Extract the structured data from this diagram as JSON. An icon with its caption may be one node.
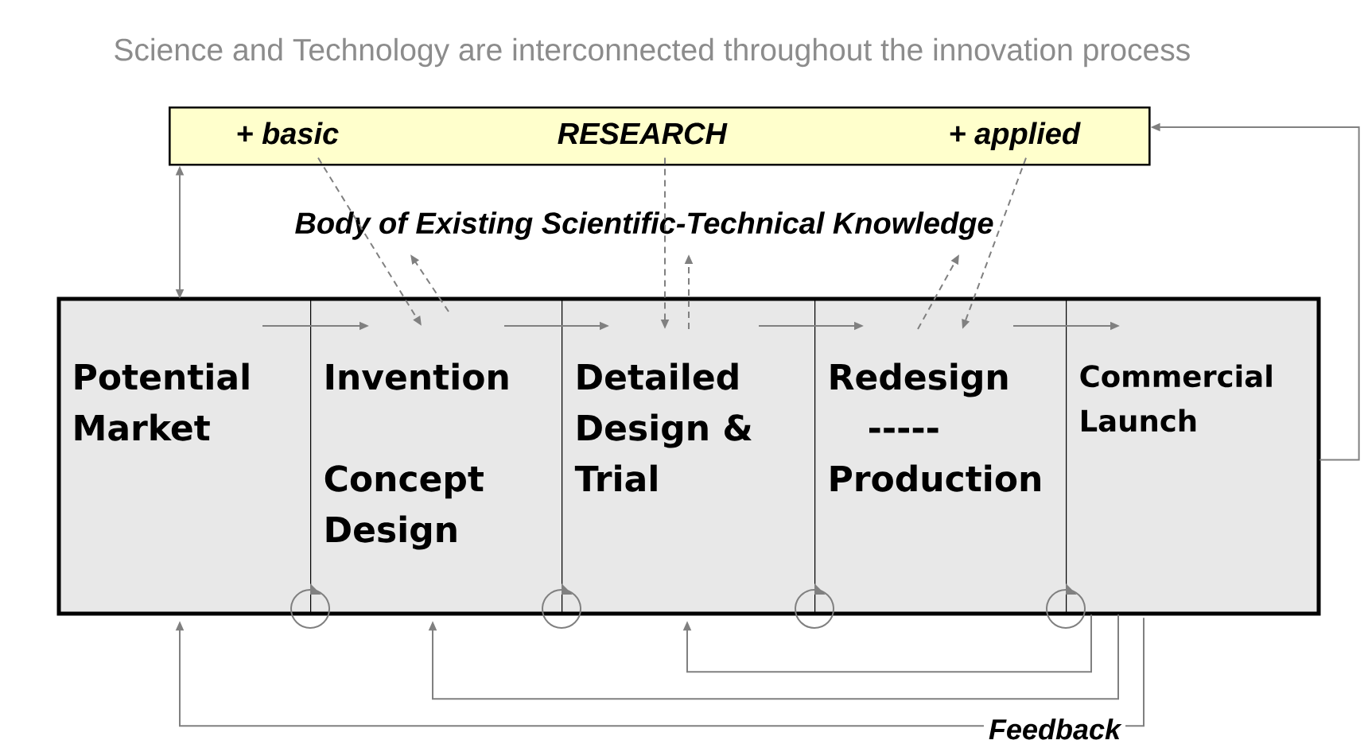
{
  "diagram": {
    "title": "Science and Technology are interconnected throughout the innovation process",
    "nodes": [
      {
        "text": [
          "+ basic",
          "RESEARCH",
          "+ applied"
        ]
      },
      {
        "text": [
          "Potential Market"
        ]
      },
      {
        "text": [
          "Invention",
          "Concept Design"
        ]
      },
      {
        "text": [
          "Detailed Design & Trial"
        ]
      },
      {
        "text": [
          "Redesign",
          "-----",
          "Production"
        ]
      },
      {
        "text": [
          "Commercial Launch"
        ]
      },
      {
        "text": [
          "Body of Existing Scientific-Technical Knowledge"
        ]
      }
    ],
    "edges": [
      {
        "from": 0,
        "to": 1,
        "arrow": "both"
      },
      {
        "from": 1,
        "to": 2,
        "arrow": "to"
      },
      {
        "from": 2,
        "to": 3,
        "arrow": "to"
      },
      {
        "from": 3,
        "to": 4,
        "arrow": "to"
      },
      {
        "from": 4,
        "to": 5,
        "arrow": "to"
      },
      {
        "from": 0,
        "to": 2,
        "arrow": "to",
        "style": "dashed"
      },
      {
        "from": 2,
        "to": 6,
        "arrow": "to",
        "style": "dashed"
      },
      {
        "from": 0,
        "to": 3,
        "arrow": "to",
        "style": "dashed"
      },
      {
        "from": 3,
        "to": 6,
        "arrow": "to",
        "style": "dashed"
      },
      {
        "from": 0,
        "to": 4,
        "arrow": "to",
        "style": "dashed"
      },
      {
        "from": 4,
        "to": 6,
        "arrow": "to",
        "style": "dashed"
      },
      {
        "from": 5,
        "to": 0,
        "arrow": "to"
      },
      {
        "from": 5,
        "to": 3,
        "arrow": "to"
      },
      {
        "from": 5,
        "to": 2,
        "arrow": "to"
      },
      {
        "from": 5,
        "to": 1,
        "arrow": "to",
        "label": "Feedback"
      }
    ]
  }
}
